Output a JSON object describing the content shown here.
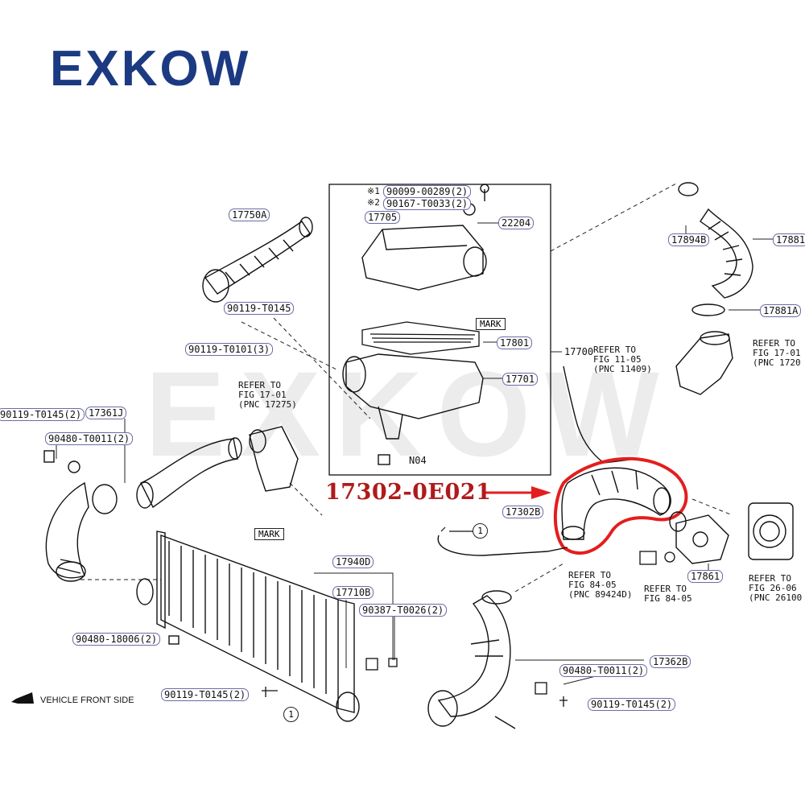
{
  "brand": "EXKOW",
  "watermark": "EXKOW",
  "callout": {
    "part_number": "17302-0E021"
  },
  "part_labels": {
    "p17750A": "17750A",
    "p90119_T0145_a": "90119-T0145",
    "p90119_T0101": "90119-T0101(3)",
    "p90099": "90099-00289(2)",
    "p90167": "90167-T0033(2)",
    "p17705": "17705",
    "p22204": "22204",
    "p17801": "17801",
    "p17701": "17701",
    "p17700": "17700",
    "pN04": "N04",
    "p17894B": "17894B",
    "p17881": "17881",
    "p17881A": "17881A",
    "p17361J": "17361J",
    "p90119_T0145_2a": "90119-T0145(2)",
    "p90480_T0011_a": "90480-T0011(2)",
    "p17302B": "17302B",
    "p17861": "17861",
    "p17940D": "17940D",
    "p17710B": "17710B",
    "p90387": "90387-T0026(2)",
    "p90480_18006": "90480-18006(2)",
    "p90119_T0145_2b": "90119-T0145(2)",
    "p17362B": "17362B",
    "p90480_T0011_b": "90480-T0011(2)",
    "p90119_T0145_2c": "90119-T0145(2)"
  },
  "marks": {
    "m1": "※1",
    "m2": "※2",
    "mark_upper": "MARK",
    "mark_lower": "MARK",
    "circle_a": "1",
    "circle_b": "1"
  },
  "references": {
    "r1": "REFER TO\nFIG 17-01\n(PNC 17275)",
    "r2": "REFER TO\nFIG 11-05\n(PNC 11409)",
    "r3": "REFER TO\nFIG 17-01\n(PNC 1720",
    "r4": "REFER TO\nFIG 84-05\n(PNC 89424D)",
    "r5": "REFER TO\nFIG 84-05",
    "r6": "REFER TO\nFIG 26-06\n(PNC 26100"
  },
  "footer": {
    "vehicle_front": "VEHICLE FRONT SIDE"
  },
  "colors": {
    "brand": "#1b3a82",
    "callout": "#b01a1a",
    "highlight": "#e31e1e",
    "label_border": "#6b6ba8"
  }
}
